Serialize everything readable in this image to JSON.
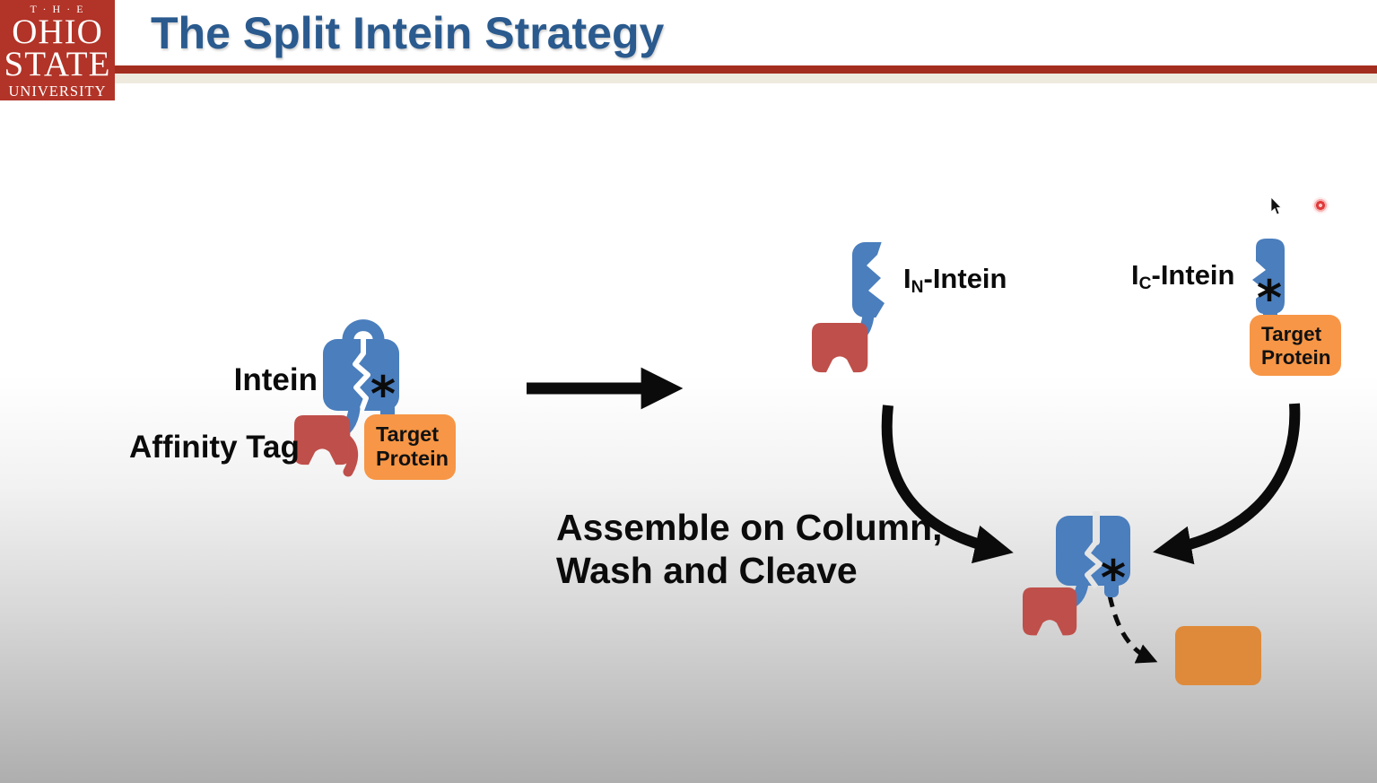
{
  "slide": {
    "header": {
      "logo": {
        "the": "T · H · E",
        "ohio": "OHIO",
        "state": "STATE",
        "university": "UNIVERSITY"
      },
      "title": "The Split Intein Strategy"
    },
    "left_construct": {
      "intein_label": "Intein",
      "affinity_tag_label": "Affinity Tag",
      "target_protein_line1": "Target",
      "target_protein_line2": "Protein",
      "asterisk": "*"
    },
    "in_construct": {
      "label_prefix": "I",
      "label_sub": "N",
      "label_suffix": "-Intein"
    },
    "ic_construct": {
      "label_prefix": "I",
      "label_sub": "C",
      "label_suffix": "-Intein",
      "target_protein_line1": "Target",
      "target_protein_line2": "Protein",
      "asterisk": "*"
    },
    "process_caption": {
      "line1": "Assemble on Column,",
      "line2": "Wash and Cleave"
    },
    "assembled_complex": {
      "asterisk": "*"
    },
    "colors": {
      "intein_blue": "#4a7ebd",
      "tag_red": "#bf4f4a",
      "protein_orange": "#f79646",
      "released_orange": "#de8a3a",
      "title_blue": "#2a5a8e",
      "rule_red": "#a32d1f",
      "rule_cream": "#eeeade",
      "logo_red": "#b23327"
    }
  }
}
